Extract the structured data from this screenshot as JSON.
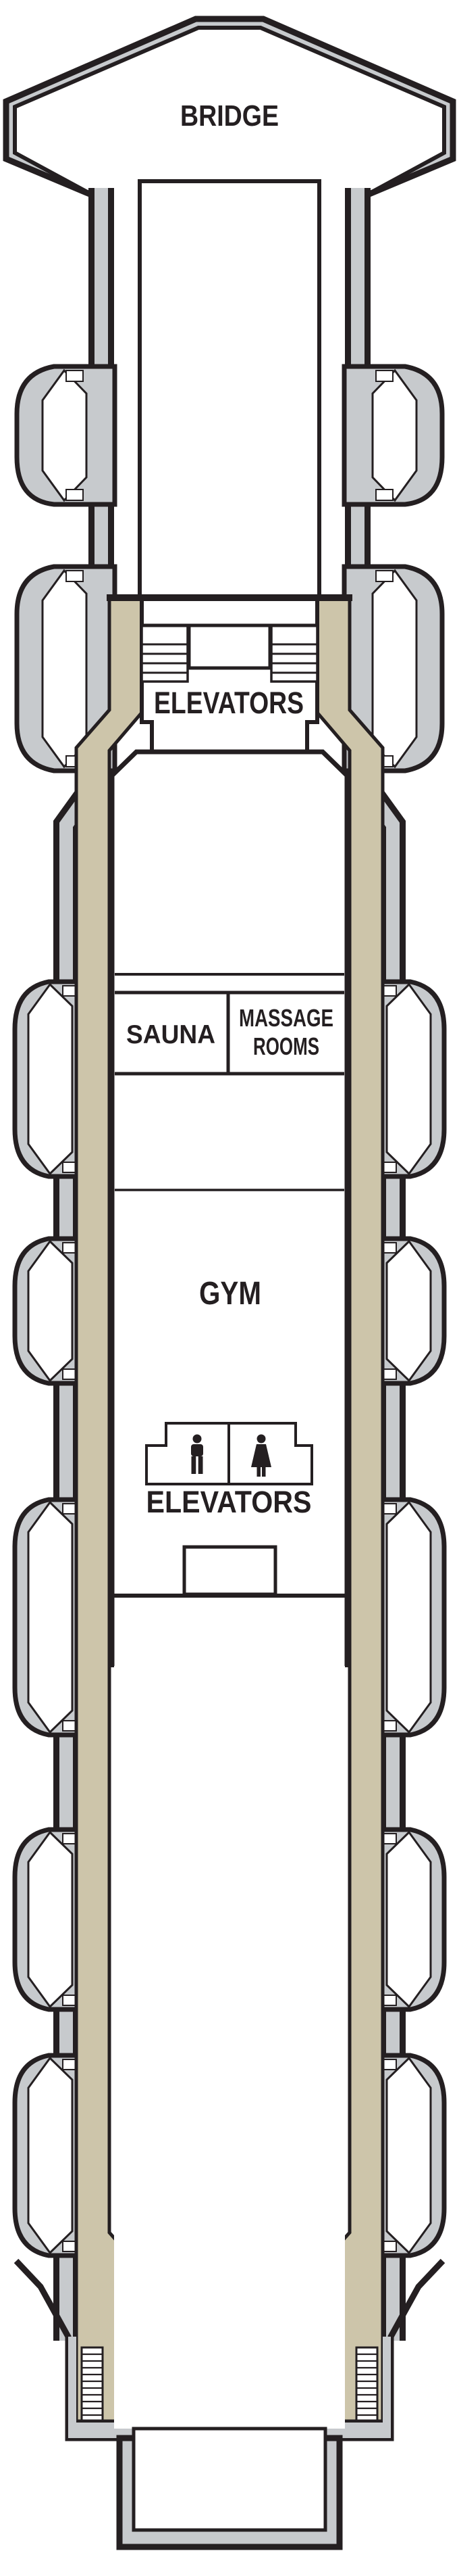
{
  "plan": {
    "type": "cruise-ship-deck-plan",
    "bridge": {
      "label": "BRIDGE"
    },
    "forward_elevators": {
      "label": "ELEVATORS"
    },
    "spa": {
      "sauna_label": "SAUNA",
      "massage_label_line1": "MASSAGE",
      "massage_label_line2": "ROOMS"
    },
    "gym": {
      "label": "GYM"
    },
    "aft_elevators": {
      "label": "ELEVATORS"
    },
    "restrooms": {
      "men_icon": "man-pictogram",
      "women_icon": "woman-pictogram"
    }
  },
  "colors": {
    "outline": "#241f21",
    "hull_gray": "#c7cacd",
    "walkway_tan": "#cdc5aa",
    "interior_white": "#ffffff"
  }
}
